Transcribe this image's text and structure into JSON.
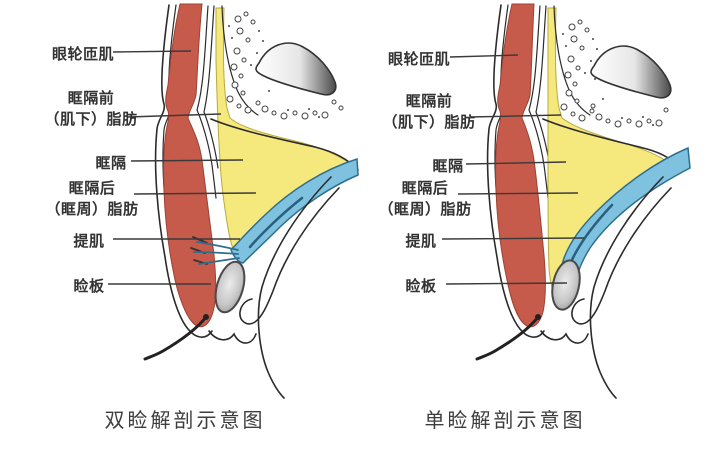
{
  "colors": {
    "muscle_red": "#C75B4B",
    "muscle_red_edge": "#9B4334",
    "fat_yellow": "#F5E97E",
    "fat_yellow_edge": "#B9A93E",
    "levator_blue": "#7EC2E0",
    "levator_blue_edge": "#2F6E8E",
    "tarsus_gray": "#8F8F8F",
    "outline_dark": "#2B2B2B"
  },
  "panels": {
    "left": {
      "caption": "双睑解剖示意图",
      "labels": {
        "orbicularis": "眼轮匝肌",
        "preseptal_line1": "眶隔前",
        "preseptal_line2": "（肌下）脂肪",
        "septum": "眶隔",
        "postseptal_line1": "眶隔后",
        "postseptal_line2": "（眶周）脂肪",
        "levator": "提肌",
        "tarsus": "睑板"
      }
    },
    "right": {
      "caption": "单睑解剖示意图",
      "labels": {
        "orbicularis": "眼轮匝肌",
        "preseptal_line1": "眶隔前",
        "preseptal_line2": "（肌下）脂肪",
        "septum": "眶隔",
        "postseptal_line1": "眶隔后",
        "postseptal_line2": "（眶周）脂肪",
        "levator": "提肌",
        "tarsus": "睑板"
      }
    }
  }
}
